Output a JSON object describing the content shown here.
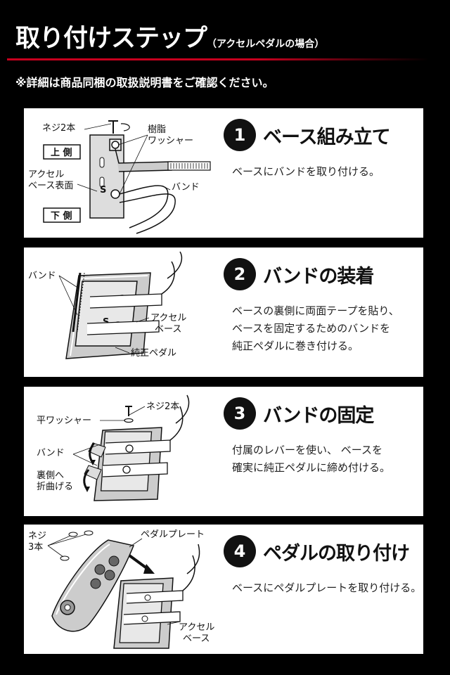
{
  "header": {
    "title": "取り付けステップ",
    "subtitle": "（アクセルペダルの場合）",
    "notice": "※詳細は商品同梱の取扱説明書をご確認ください。",
    "accent_color": "#c8001e"
  },
  "steps": [
    {
      "number": "1",
      "title": "ベース組み立て",
      "description": [
        "ベースにバンドを取り付ける。"
      ],
      "labels": {
        "screws": "ネジ2本",
        "resin_washer_1": "樹脂",
        "resin_washer_2": "ワッシャー",
        "top_side": "上 側",
        "accel_1": "アクセル",
        "accel_2": "ベース表面",
        "band": "バンド",
        "bottom_side": "下 側"
      }
    },
    {
      "number": "2",
      "title": "バンドの装着",
      "description": [
        "ベースの裏側に両面テープを貼り、",
        "ベースを固定するためのバンドを",
        "純正ペダルに巻き付ける。"
      ],
      "labels": {
        "band": "バンド",
        "accel_1": "アクセル",
        "accel_2": "ベース",
        "stock_pedal": "純正ペダル"
      }
    },
    {
      "number": "3",
      "title": "バンドの固定",
      "description": [
        "付属のレバーを使い、 ベースを",
        "確実に純正ペダルに締め付ける。"
      ],
      "labels": {
        "screws": "ネジ2本",
        "flat_washer": "平ワッシャー",
        "band": "バンド",
        "fold_1": "裏側へ",
        "fold_2": "折曲げる"
      }
    },
    {
      "number": "4",
      "title": "ペダルの取り付け",
      "description": [
        "ベースにペダルプレートを取り付ける。"
      ],
      "labels": {
        "screws_1": "ネジ",
        "screws_2": "3本",
        "pedal_plate": "ペダルプレート",
        "accel_1": "アクセル",
        "accel_2": "ベース"
      }
    }
  ]
}
